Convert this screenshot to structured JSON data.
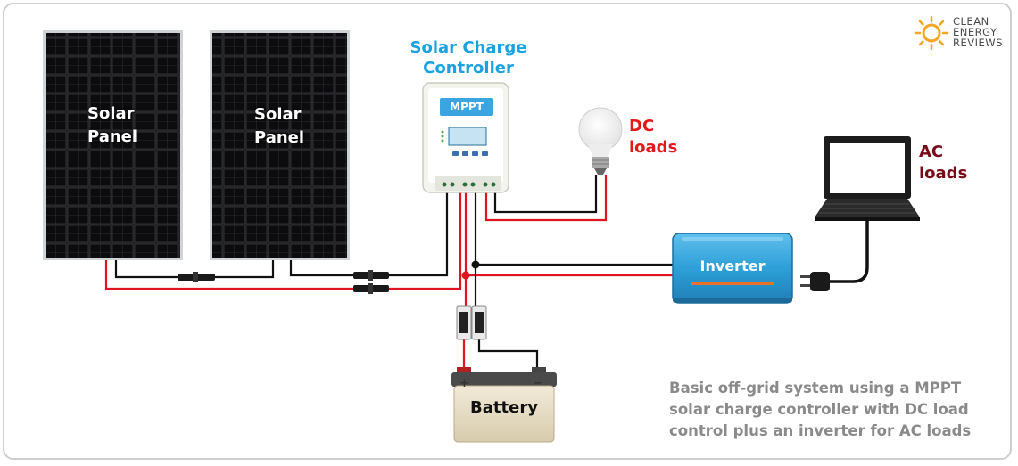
{
  "logo": {
    "lines": [
      "CLEAN",
      "ENERGY",
      "REVIEWS"
    ]
  },
  "solar_panels": [
    {
      "label_line1": "Solar",
      "label_line2": "Panel"
    },
    {
      "label_line1": "Solar",
      "label_line2": "Panel"
    }
  ],
  "controller": {
    "title_line1": "Solar Charge",
    "title_line2": "Controller",
    "badge": "MPPT"
  },
  "dc_loads": {
    "line1": "DC",
    "line2": "loads"
  },
  "ac_loads": {
    "line1": "AC",
    "line2": "loads"
  },
  "inverter": {
    "label": "Inverter"
  },
  "battery": {
    "label": "Battery",
    "plus": "+",
    "minus": "−"
  },
  "caption": {
    "line1": "Basic off-grid system using a MPPT",
    "line2": "solar charge controller with DC load",
    "line3": "control plus an inverter for AC loads"
  },
  "colors": {
    "positive_wire": "#e0141e",
    "negative_wire": "#111111",
    "inverter_blue": "#2e9fd8",
    "title_blue": "#1aa3e0",
    "dc_red": "#e01a1a",
    "ac_darkred": "#7a0c1a",
    "caption_grey": "#8a8a8a"
  }
}
